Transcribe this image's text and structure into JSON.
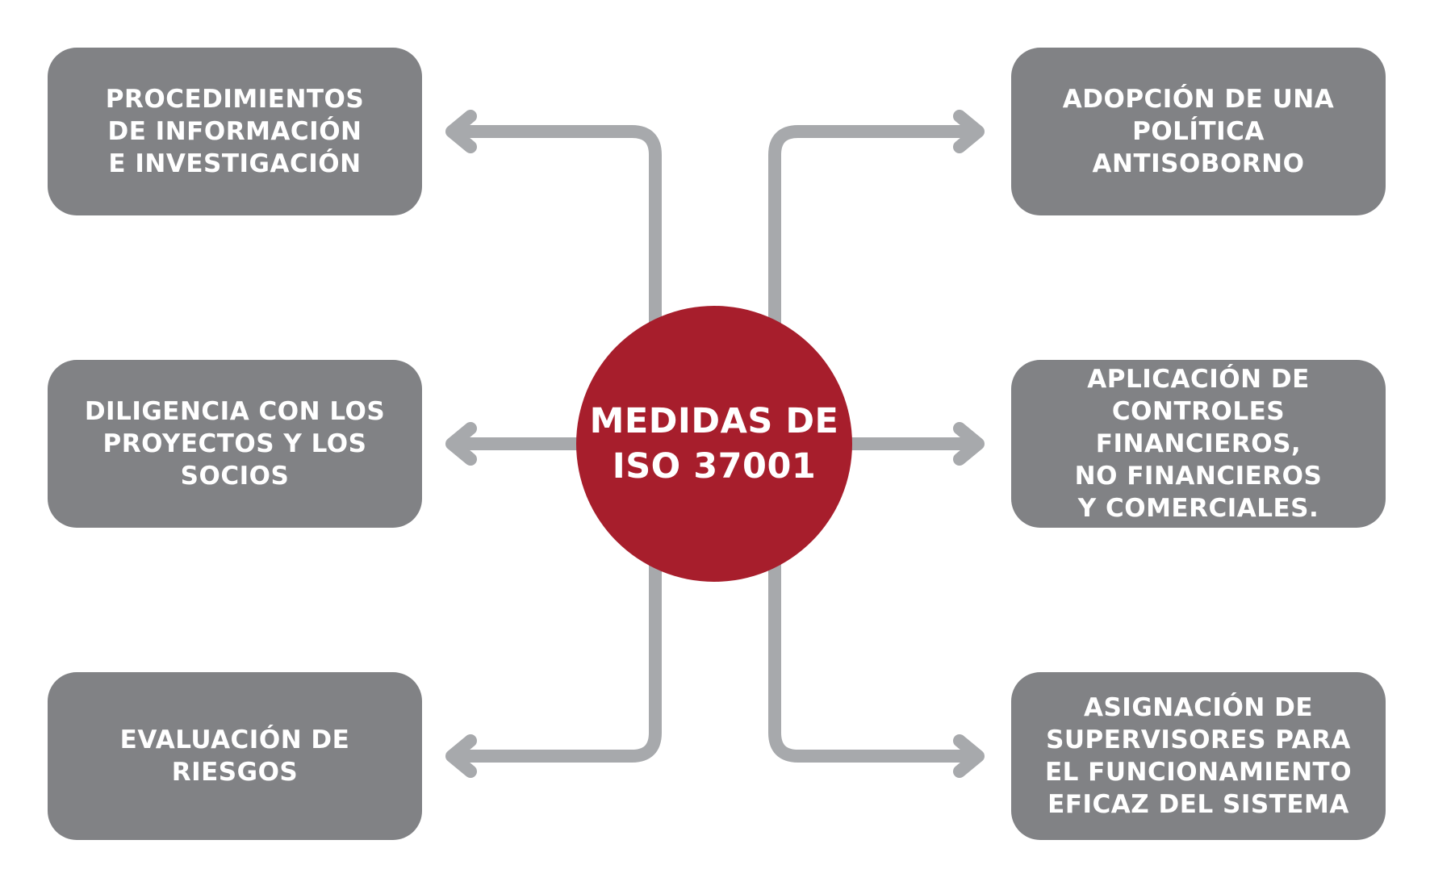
{
  "diagram": {
    "center": {
      "label": "MEDIDAS DE\nISO 37001",
      "color": "#a71e2c"
    },
    "colors": {
      "box": "#818285",
      "connector": "#a7a9ac",
      "text": "#ffffff"
    },
    "left_boxes": [
      {
        "label": "PROCEDIMIENTOS\nDE INFORMACIÓN\nE INVESTIGACIÓN"
      },
      {
        "label": "DILIGENCIA CON LOS\nPROYECTOS Y LOS SOCIOS"
      },
      {
        "label": "EVALUACIÓN DE RIESGOS"
      }
    ],
    "right_boxes": [
      {
        "label": "ADOPCIÓN DE UNA\nPOLÍTICA ANTISOBORNO"
      },
      {
        "label": "APLICACIÓN DE\nCONTROLES FINANCIEROS,\nNO FINANCIEROS\nY COMERCIALES."
      },
      {
        "label": "ASIGNACIÓN DE\nSUPERVISORES PARA\nEL FUNCIONAMIENTO\nEFICAZ DEL SISTEMA"
      }
    ]
  }
}
